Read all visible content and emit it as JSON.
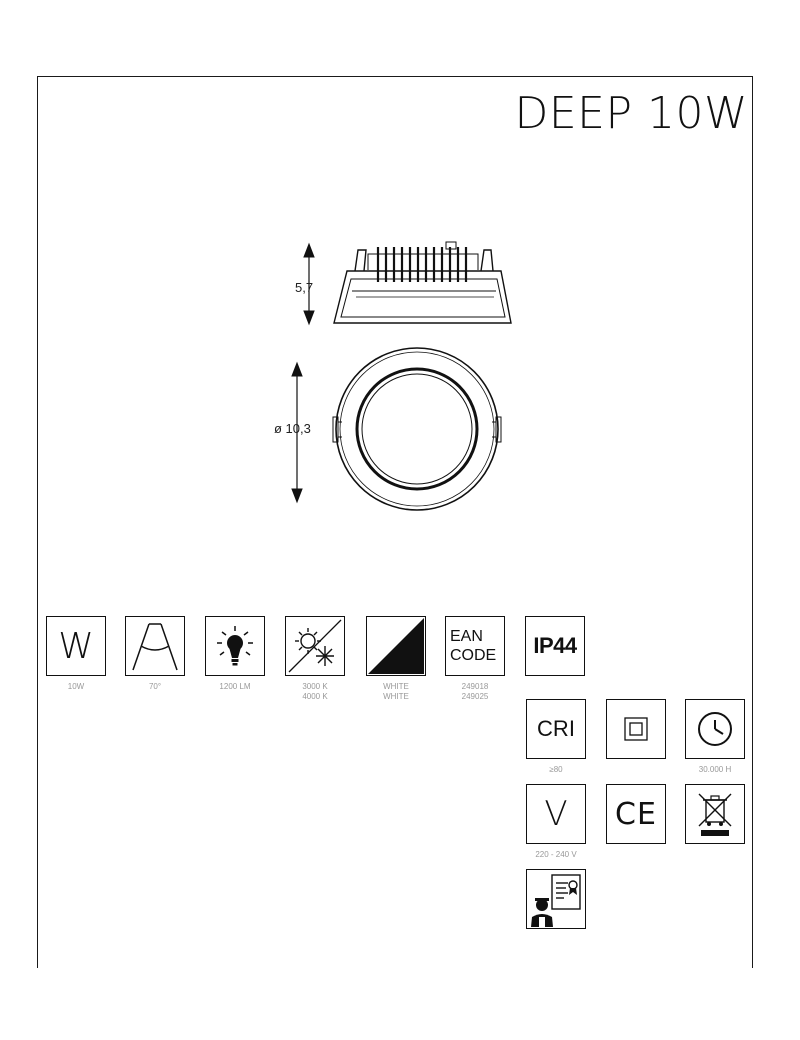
{
  "title": "DEEP 10W",
  "dimensions": {
    "height": "5,7",
    "diameter": "ø 10,3"
  },
  "icons": {
    "watt": {
      "symbol": "W",
      "caption": "10W"
    },
    "beam": {
      "caption": "70°"
    },
    "lumen": {
      "caption": "1200 LM"
    },
    "temp": {
      "caption_1": "3000 K",
      "caption_2": "4000 K"
    },
    "finish": {
      "caption_1": "WHITE",
      "caption_2": "WHITE"
    },
    "ean": {
      "line_1": "EAN",
      "line_2": "CODE",
      "caption_1": "249018",
      "caption_2": "249025"
    },
    "ip": {
      "symbol": "IP44"
    },
    "cri": {
      "symbol": "CRI",
      "caption": "≥80"
    },
    "class2": {},
    "hours": {
      "caption": "30.000 H"
    },
    "volt": {
      "symbol": "V",
      "caption": "220 - 240 V"
    },
    "ce": {
      "symbol": "CE"
    },
    "weee": {},
    "installer": {}
  }
}
